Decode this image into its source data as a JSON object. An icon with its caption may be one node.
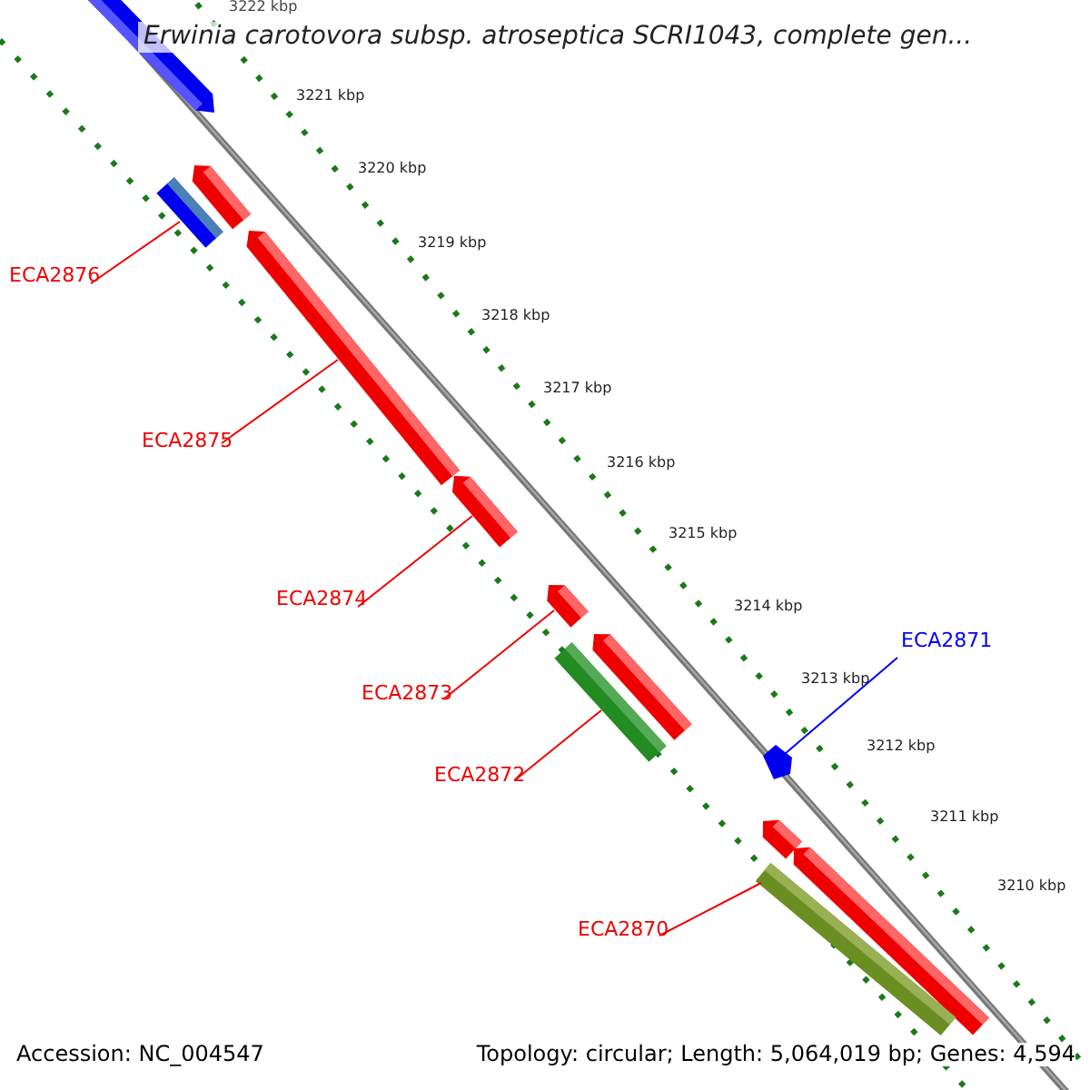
{
  "diagram": {
    "title": "Erwinia carotovora subsp. atroseptica SCRI1043, complete gen...",
    "nodes": [
      {
        "text": [],
        "shape": "bar"
      },
      {
        "text": [],
        "shape": "bar"
      },
      {
        "text": [],
        "shape": "bar"
      },
      {
        "text": [
          "ECA2876"
        ]
      },
      {
        "text": [],
        "shape": "bar"
      },
      {
        "text": [
          "ECA2875"
        ]
      },
      {
        "text": [],
        "shape": "bar"
      },
      {
        "text": [
          "ECA2874"
        ]
      },
      {
        "text": [],
        "shape": "bar"
      },
      {
        "text": [],
        "shape": "bar"
      },
      {
        "text": [],
        "shape": "bar"
      },
      {
        "text": [
          "ECA2871"
        ]
      },
      {
        "text": [
          "ECA2873"
        ]
      },
      {
        "text": [],
        "shape": "pentagon"
      },
      {
        "text": [
          "ECA2872"
        ]
      },
      {
        "text": [],
        "shape": "bar"
      },
      {
        "text": [],
        "shape": "bar"
      },
      {
        "text": [],
        "shape": "bar"
      },
      {
        "text": [
          "ECA2870"
        ]
      }
    ],
    "edges": [
      {
        "from": 3,
        "to": 2,
        "arrow": "none"
      },
      {
        "from": 5,
        "to": 4,
        "arrow": "none"
      },
      {
        "from": 7,
        "to": 6,
        "arrow": "none"
      },
      {
        "from": 12,
        "to": 8,
        "arrow": "none"
      },
      {
        "from": 14,
        "to": 10,
        "arrow": "none"
      },
      {
        "from": 18,
        "to": 17,
        "arrow": "none"
      },
      {
        "from": 11,
        "to": 13,
        "arrow": "none",
        "color": "#0000ff"
      }
    ],
    "labels": [
      "3222 kbp",
      "3221 kbp",
      "3220 kbp",
      "3219 kbp",
      "3218 kbp",
      "3217 kbp",
      "3216 kbp",
      "3215 kbp",
      "3214 kbp",
      "3213 kbp",
      "3212 kbp",
      "3211 kbp",
      "3210 kbp",
      "Accession: NC_004547",
      "Topology: circular; Length: 5,064,019 bp; Genes: 4,594"
    ]
  }
}
